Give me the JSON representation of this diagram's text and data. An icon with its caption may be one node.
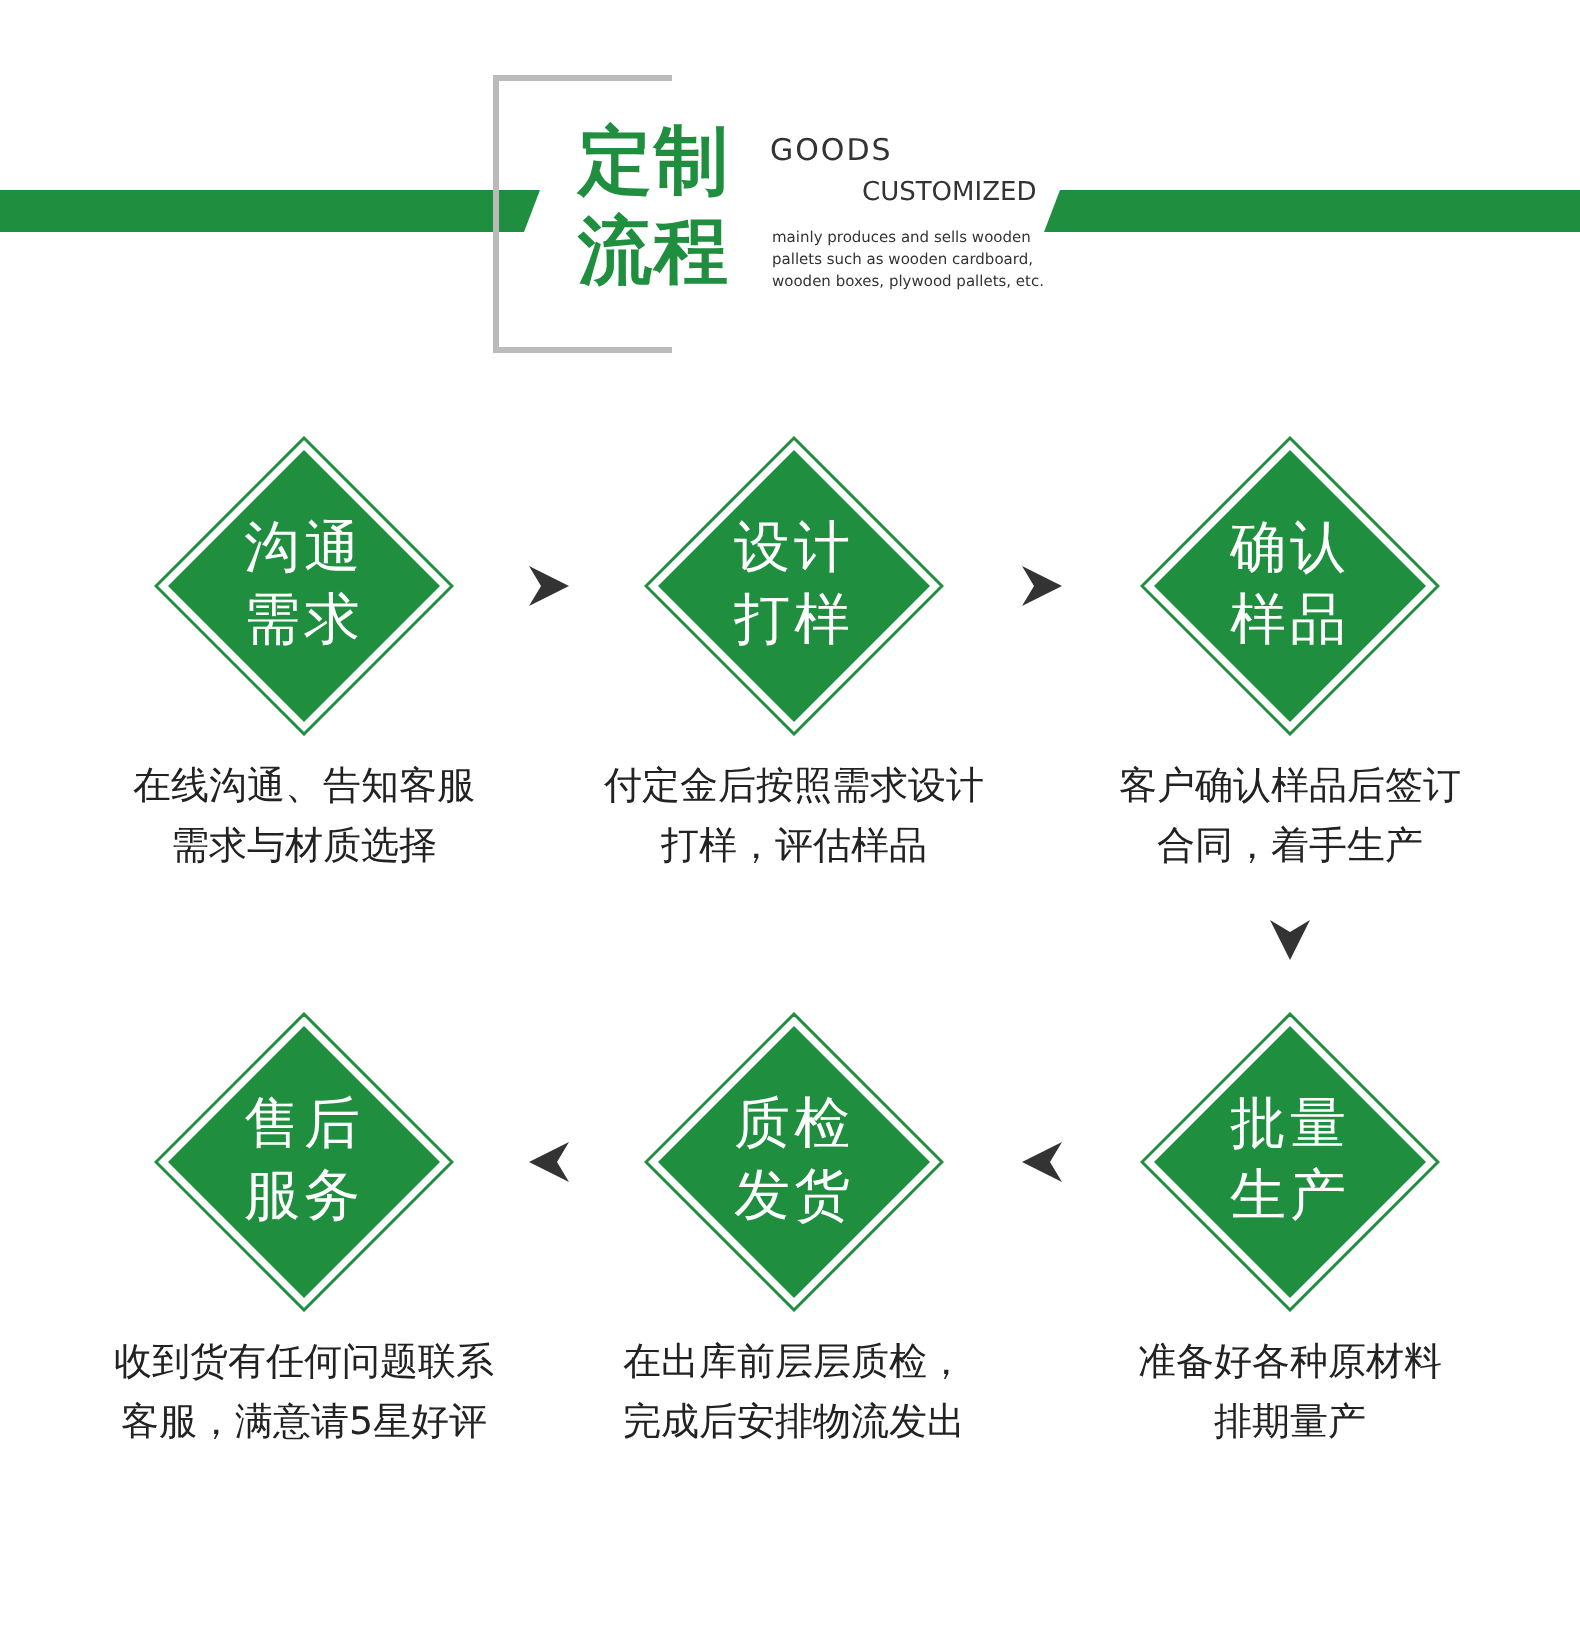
{
  "diagram": {
    "title": "定制流程",
    "nodes": [
      {
        "text": [
          "沟通需求"
        ],
        "beside": [
          "在线沟通、告知客服需求与材质选择"
        ]
      },
      {
        "text": [
          "设计打样"
        ],
        "beside": [
          "付定金后按照需求设计打样，评估样品"
        ]
      },
      {
        "text": [
          "确认样品"
        ],
        "beside": [
          "客户确认样品后签订合同，着手生产"
        ]
      },
      {
        "text": [
          "售后服务"
        ],
        "beside": [
          "收到货有任何问题联系客服，满意请5星好评"
        ]
      },
      {
        "text": [
          "质检发货"
        ],
        "beside": [
          "在出库前层层质检，完成后安排物流发出"
        ]
      },
      {
        "text": [
          "批量生产"
        ],
        "beside": [
          "准备好各种原材料排期量产"
        ]
      }
    ],
    "edges": [
      {
        "from": 0,
        "to": 1,
        "arrow": "to"
      },
      {
        "from": 1,
        "to": 2,
        "arrow": "to"
      },
      {
        "from": 2,
        "to": 5,
        "arrow": "to"
      },
      {
        "from": 5,
        "to": 4,
        "arrow": "to"
      },
      {
        "from": 4,
        "to": 3,
        "arrow": "to"
      }
    ],
    "labels": [
      "GOODS",
      "CUSTOMIZED",
      "mainly produces and sells wooden pallets such as wooden cardboard, wooden boxes, plywood pallets, etc."
    ]
  }
}
